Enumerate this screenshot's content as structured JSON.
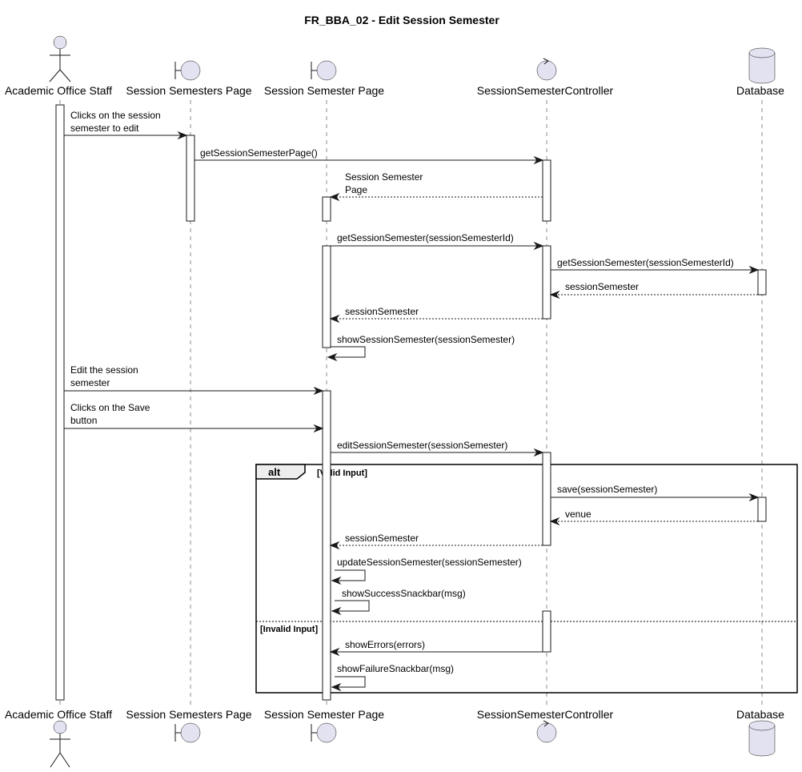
{
  "title": "FR_BBA_02 - Edit Session Semester",
  "participants": [
    {
      "label": "Academic Office Staff",
      "kind": "actor"
    },
    {
      "label": "Session Semesters Page",
      "kind": "boundary"
    },
    {
      "label": "Session Semester Page",
      "kind": "boundary"
    },
    {
      "label": "SessionSemesterController",
      "kind": "control"
    },
    {
      "label": "Database",
      "kind": "database"
    }
  ],
  "messages": [
    {
      "from": 0,
      "to": 1,
      "lines": [
        "Clicks on the session",
        "semester to edit"
      ],
      "style": "solid"
    },
    {
      "from": 1,
      "to": 3,
      "lines": [
        "getSessionSemesterPage()"
      ],
      "style": "solid"
    },
    {
      "from": 3,
      "to": 2,
      "lines": [
        "Session Semester",
        "Page"
      ],
      "style": "dashed"
    },
    {
      "from": 2,
      "to": 3,
      "lines": [
        "getSessionSemester(sessionSemesterId)"
      ],
      "style": "solid"
    },
    {
      "from": 3,
      "to": 4,
      "lines": [
        "getSessionSemester(sessionSemesterId)"
      ],
      "style": "solid"
    },
    {
      "from": 4,
      "to": 3,
      "lines": [
        "sessionSemester"
      ],
      "style": "dashed"
    },
    {
      "from": 3,
      "to": 2,
      "lines": [
        "sessionSemester"
      ],
      "style": "dashed"
    },
    {
      "from": 2,
      "to": 2,
      "lines": [
        "showSessionSemester(sessionSemester)"
      ],
      "style": "self"
    },
    {
      "from": 0,
      "to": 2,
      "lines": [
        "Edit the session",
        "semester"
      ],
      "style": "solid"
    },
    {
      "from": 0,
      "to": 2,
      "lines": [
        "Clicks on the Save",
        "button"
      ],
      "style": "solid"
    },
    {
      "from": 2,
      "to": 3,
      "lines": [
        "editSessionSemester(sessionSemester)"
      ],
      "style": "solid"
    },
    {
      "from": 3,
      "to": 4,
      "lines": [
        "save(sessionSemester)"
      ],
      "style": "solid"
    },
    {
      "from": 4,
      "to": 3,
      "lines": [
        "venue"
      ],
      "style": "dashed"
    },
    {
      "from": 3,
      "to": 2,
      "lines": [
        "sessionSemester"
      ],
      "style": "dashed"
    },
    {
      "from": 2,
      "to": 2,
      "lines": [
        "updateSessionSemester(sessionSemester)"
      ],
      "style": "self"
    },
    {
      "from": 2,
      "to": 2,
      "lines": [
        "showSuccessSnackbar(msg)"
      ],
      "style": "self"
    },
    {
      "from": 3,
      "to": 2,
      "lines": [
        "showErrors(errors)"
      ],
      "style": "solid"
    },
    {
      "from": 2,
      "to": 2,
      "lines": [
        "showFailureSnackbar(msg)"
      ],
      "style": "self"
    }
  ],
  "alt": {
    "label": "alt",
    "guards": [
      "[Valid Input]",
      "[Invalid Input]"
    ]
  }
}
